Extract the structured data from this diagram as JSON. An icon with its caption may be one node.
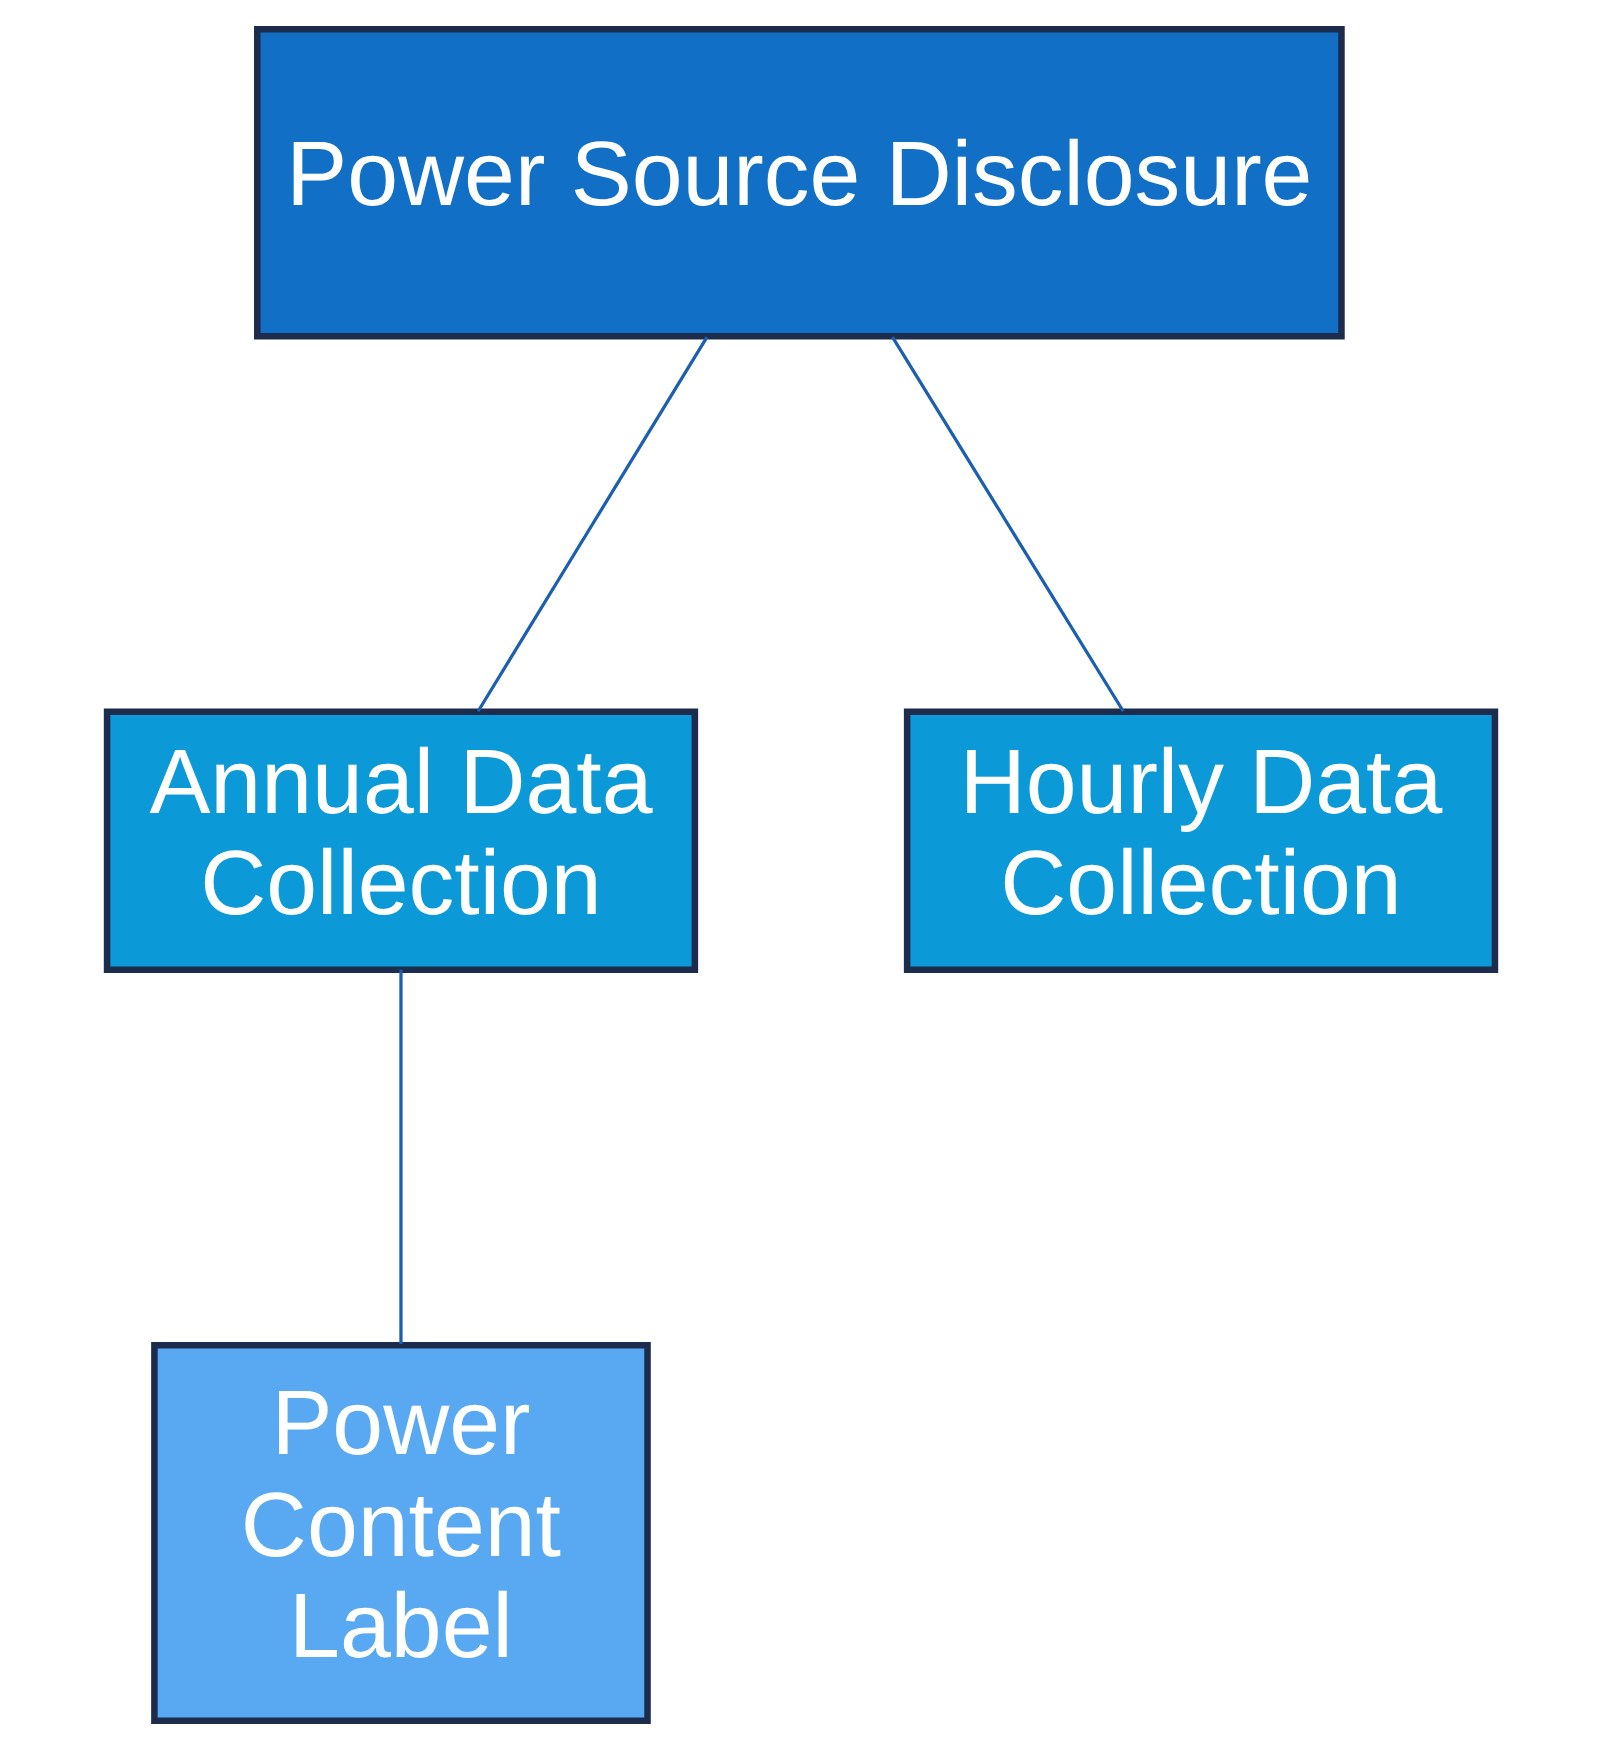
{
  "diagram": {
    "nodes": [
      {
        "text": [
          "Power Source Disclosure"
        ]
      },
      {
        "text": [
          "Annual Data Collection"
        ]
      },
      {
        "text": [
          "Hourly Data Collection"
        ]
      },
      {
        "text": [
          "Power Content Label"
        ]
      }
    ],
    "edges": [
      {
        "from": 0,
        "to": 1,
        "arrow": "none"
      },
      {
        "from": 0,
        "to": 2,
        "arrow": "none"
      },
      {
        "from": 1,
        "to": 3,
        "arrow": "none"
      }
    ]
  }
}
